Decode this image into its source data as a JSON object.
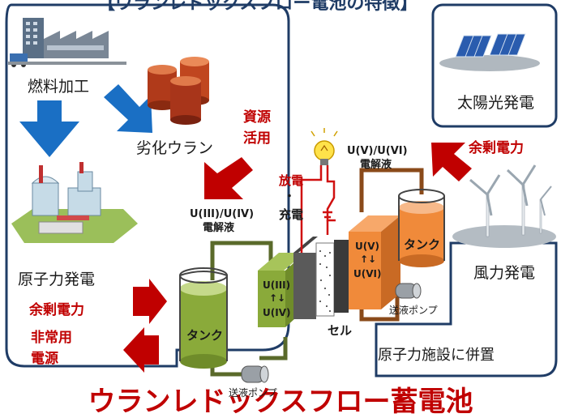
{
  "top_banner": "【ウランレドックスフロー電池の特徴】",
  "left_panel": {
    "fuel_processing": "燃料加工",
    "depleted_uranium": "劣化ウラン",
    "nuclear_power": "原子力発電",
    "surplus_power": "余剰電力",
    "emergency_power_line1": "非常用",
    "emergency_power_line2": "電源"
  },
  "right_panel": {
    "solar_power": "太陽光発電",
    "wind_power": "風力発電",
    "colocated": "原子力施設に併置"
  },
  "resource_use_line1": "資源",
  "resource_use_line2": "活用",
  "surplus_power_right": "余剰電力",
  "battery": {
    "discharge": "放電",
    "dot": "・",
    "charge": "充電",
    "left_electrolyte_line1": "U(III)/U(IV)",
    "left_electrolyte_line2": "電解液",
    "right_electrolyte_line1": "U(V)/U(VI)",
    "right_electrolyte_line2": "電解液",
    "left_reaction_top": "U(III)",
    "left_reaction_bottom": "U(IV)",
    "right_reaction_top": "U(V)",
    "right_reaction_bottom": "U(VI)",
    "tank_left": "タンク",
    "tank_right": "タンク",
    "cell": "セル",
    "pump_left": "送液ポンプ",
    "pump_right": "送液ポンプ"
  },
  "title": "ウランレドックスフロー蓄電池",
  "colors": {
    "panel_border": "#1f3c66",
    "blue_arrow": "#1a6fc4",
    "red_arrow": "#c00000",
    "title_red": "#c00000",
    "green_electrolyte": "#8aaa3a",
    "orange_electrolyte": "#f08a3a"
  },
  "icons": [
    "factory-icon",
    "uranium-drums-icon",
    "nuclear-plant-icon",
    "solar-panel-icon",
    "wind-turbine-icon",
    "light-bulb-icon",
    "switch-icon",
    "pump-icon"
  ]
}
